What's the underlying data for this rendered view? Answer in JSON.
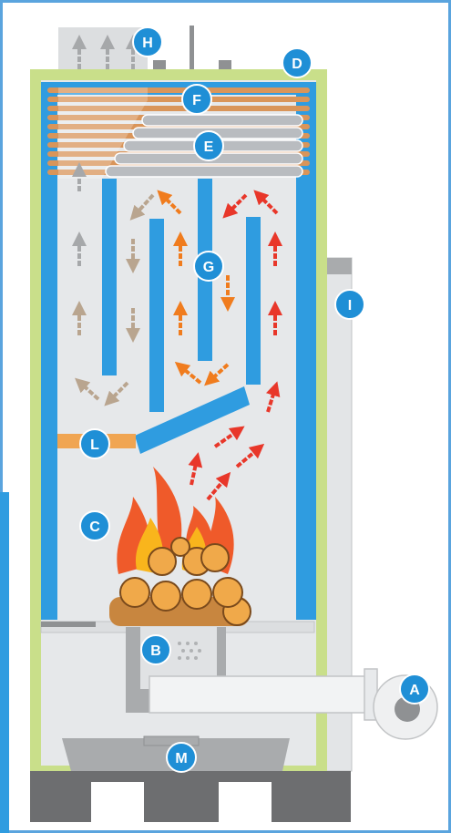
{
  "labels": {
    "A": "A",
    "B": "B",
    "C": "C",
    "D": "D",
    "E": "E",
    "F": "F",
    "G": "G",
    "H": "H",
    "I": "I",
    "L": "L",
    "M": "M"
  },
  "colors": {
    "frame_border": "#5aa4de",
    "boiler_interior": "#e6e8ea",
    "insulation": "#c9df8a",
    "water_jacket": "#2f9ce0",
    "badge": "#1f8fd6",
    "copper_coil": "#d9955a",
    "steel_coil": "#b9bcc0",
    "base": "#6d6e70",
    "arrow_hot": "#e8372a",
    "arrow_warm": "#f07c1e",
    "arrow_cool": "#b9a58f",
    "arrow_cold": "#a6a8aa",
    "flame_outer": "#ef5a2a",
    "flame_inner": "#f9b51c",
    "log_wood": "#c8863f",
    "log_end": "#f0a94a"
  }
}
